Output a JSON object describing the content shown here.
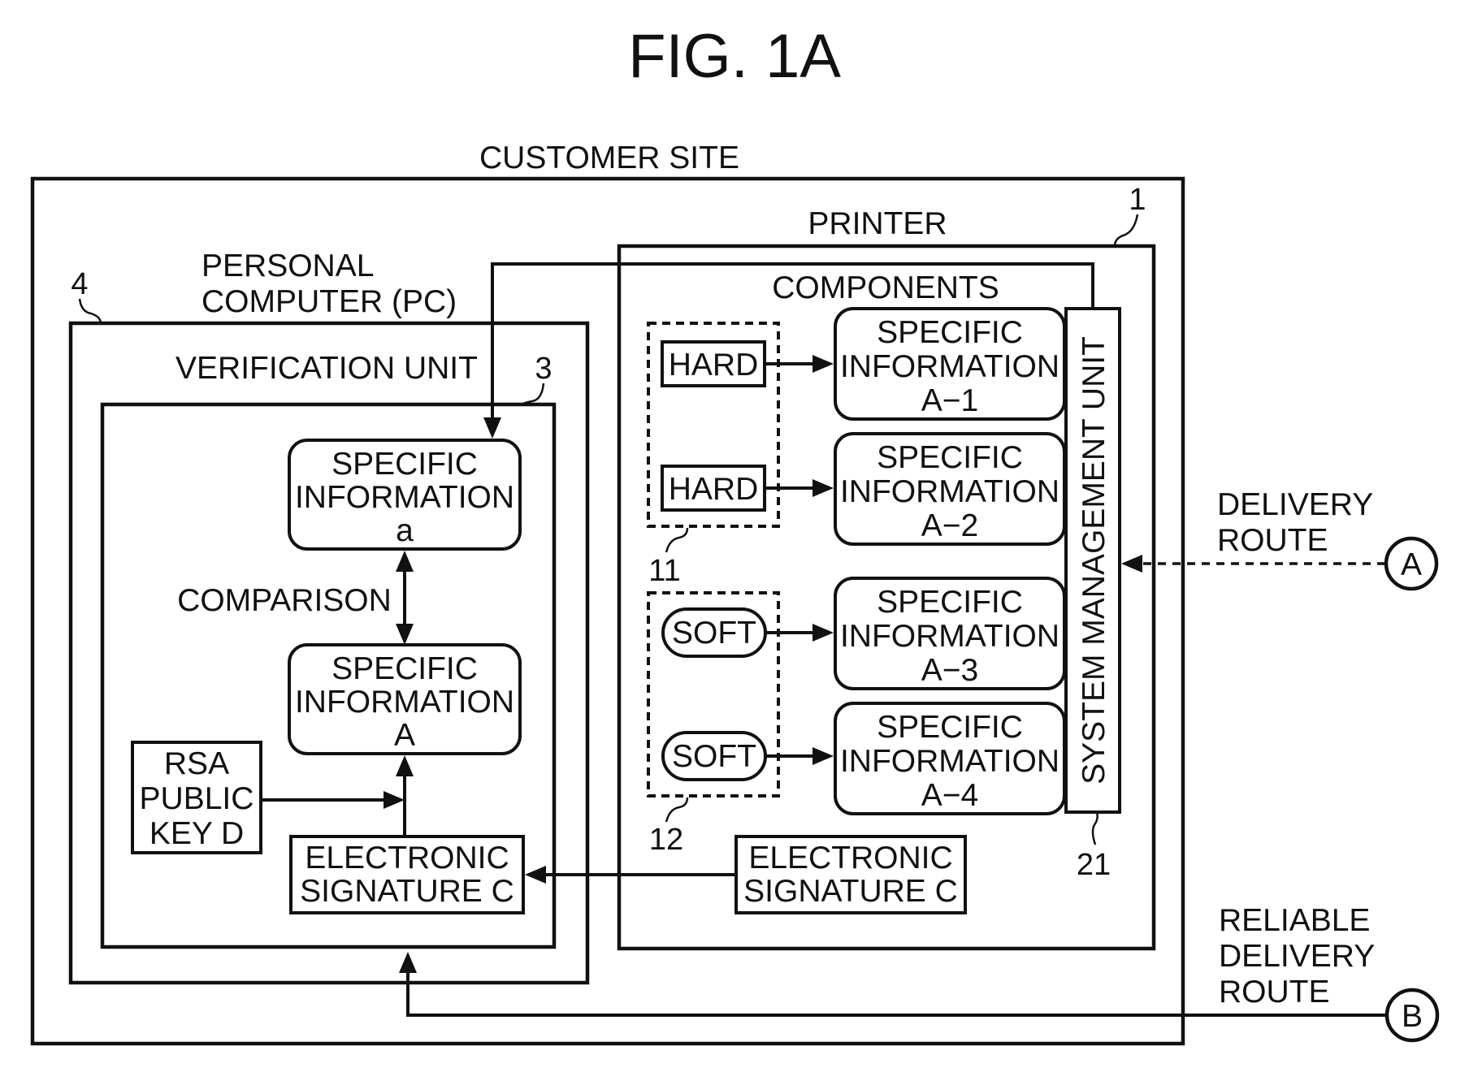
{
  "title": "FIG. 1A",
  "customer_site": "CUSTOMER SITE",
  "printer": {
    "label": "PRINTER",
    "ref": "1",
    "components_label": "COMPONENTS",
    "hard_label": "HARD",
    "soft_label": "SOFT",
    "hard_group_ref": "11",
    "soft_group_ref": "12",
    "system_management_unit": "SYSTEM MANAGEMENT UNIT",
    "smu_ref": "21",
    "specific_info": [
      {
        "line1": "SPECIFIC",
        "line2": "INFORMATION",
        "line3": "A−1"
      },
      {
        "line1": "SPECIFIC",
        "line2": "INFORMATION",
        "line3": "A−2"
      },
      {
        "line1": "SPECIFIC",
        "line2": "INFORMATION",
        "line3": "A−3"
      },
      {
        "line1": "SPECIFIC",
        "line2": "INFORMATION",
        "line3": "A−4"
      }
    ],
    "signature": {
      "line1": "ELECTRONIC",
      "line2": "SIGNATURE C"
    }
  },
  "pc": {
    "label_line1": "PERSONAL",
    "label_line2": "COMPUTER (PC)",
    "ref": "4",
    "verification_unit": "VERIFICATION UNIT",
    "vu_ref": "3",
    "comparison": "COMPARISON",
    "spec_a_small": {
      "line1": "SPECIFIC",
      "line2": "INFORMATION",
      "line3": "a"
    },
    "spec_a": {
      "line1": "SPECIFIC",
      "line2": "INFORMATION",
      "line3": "A"
    },
    "rsa": {
      "line1": "RSA",
      "line2": "PUBLIC",
      "line3": "KEY D"
    },
    "signature": {
      "line1": "ELECTRONIC",
      "line2": "SIGNATURE C"
    }
  },
  "routes": {
    "delivery_line1": "DELIVERY",
    "delivery_line2": "ROUTE",
    "node_a": "A",
    "reliable_line1": "RELIABLE",
    "reliable_line2": "DELIVERY",
    "reliable_line3": "ROUTE",
    "node_b": "B"
  }
}
